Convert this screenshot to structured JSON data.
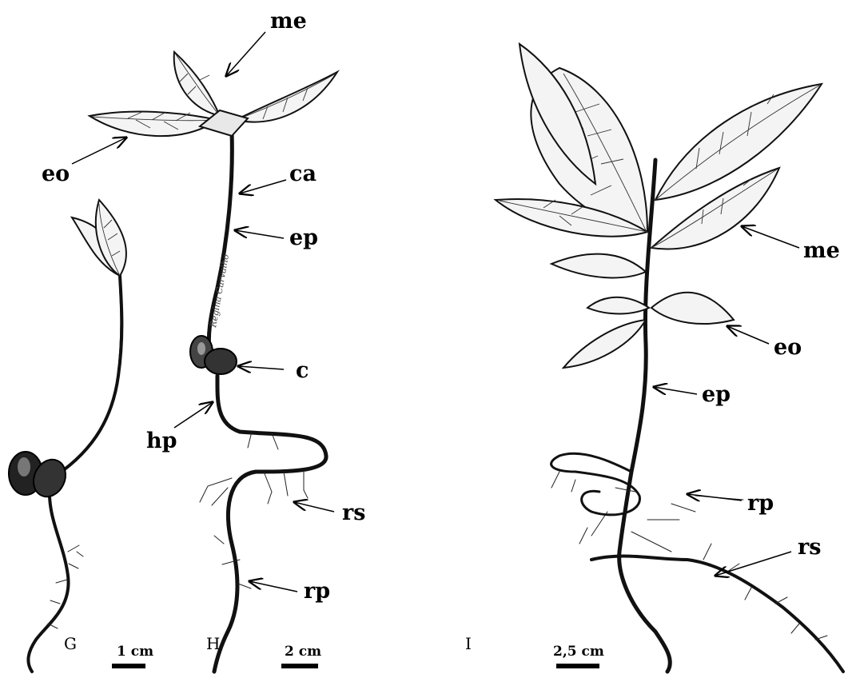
{
  "figure": {
    "panels": [
      {
        "id": "G",
        "label": "G",
        "scale_bar": "1 cm"
      },
      {
        "id": "H",
        "label": "H",
        "scale_bar": "2 cm"
      },
      {
        "id": "I",
        "label": "I",
        "scale_bar": "2,5 cm"
      }
    ],
    "labels_H": {
      "me": "me",
      "eo": "eo",
      "ca": "ca",
      "ep": "ep",
      "c": "c",
      "hp": "hp",
      "rs": "rs",
      "rp": "rp"
    },
    "labels_I": {
      "me": "me",
      "eo": "eo",
      "ep": "ep",
      "rp": "rp",
      "rs": "rs"
    },
    "signature": "Regina Carvalho"
  }
}
